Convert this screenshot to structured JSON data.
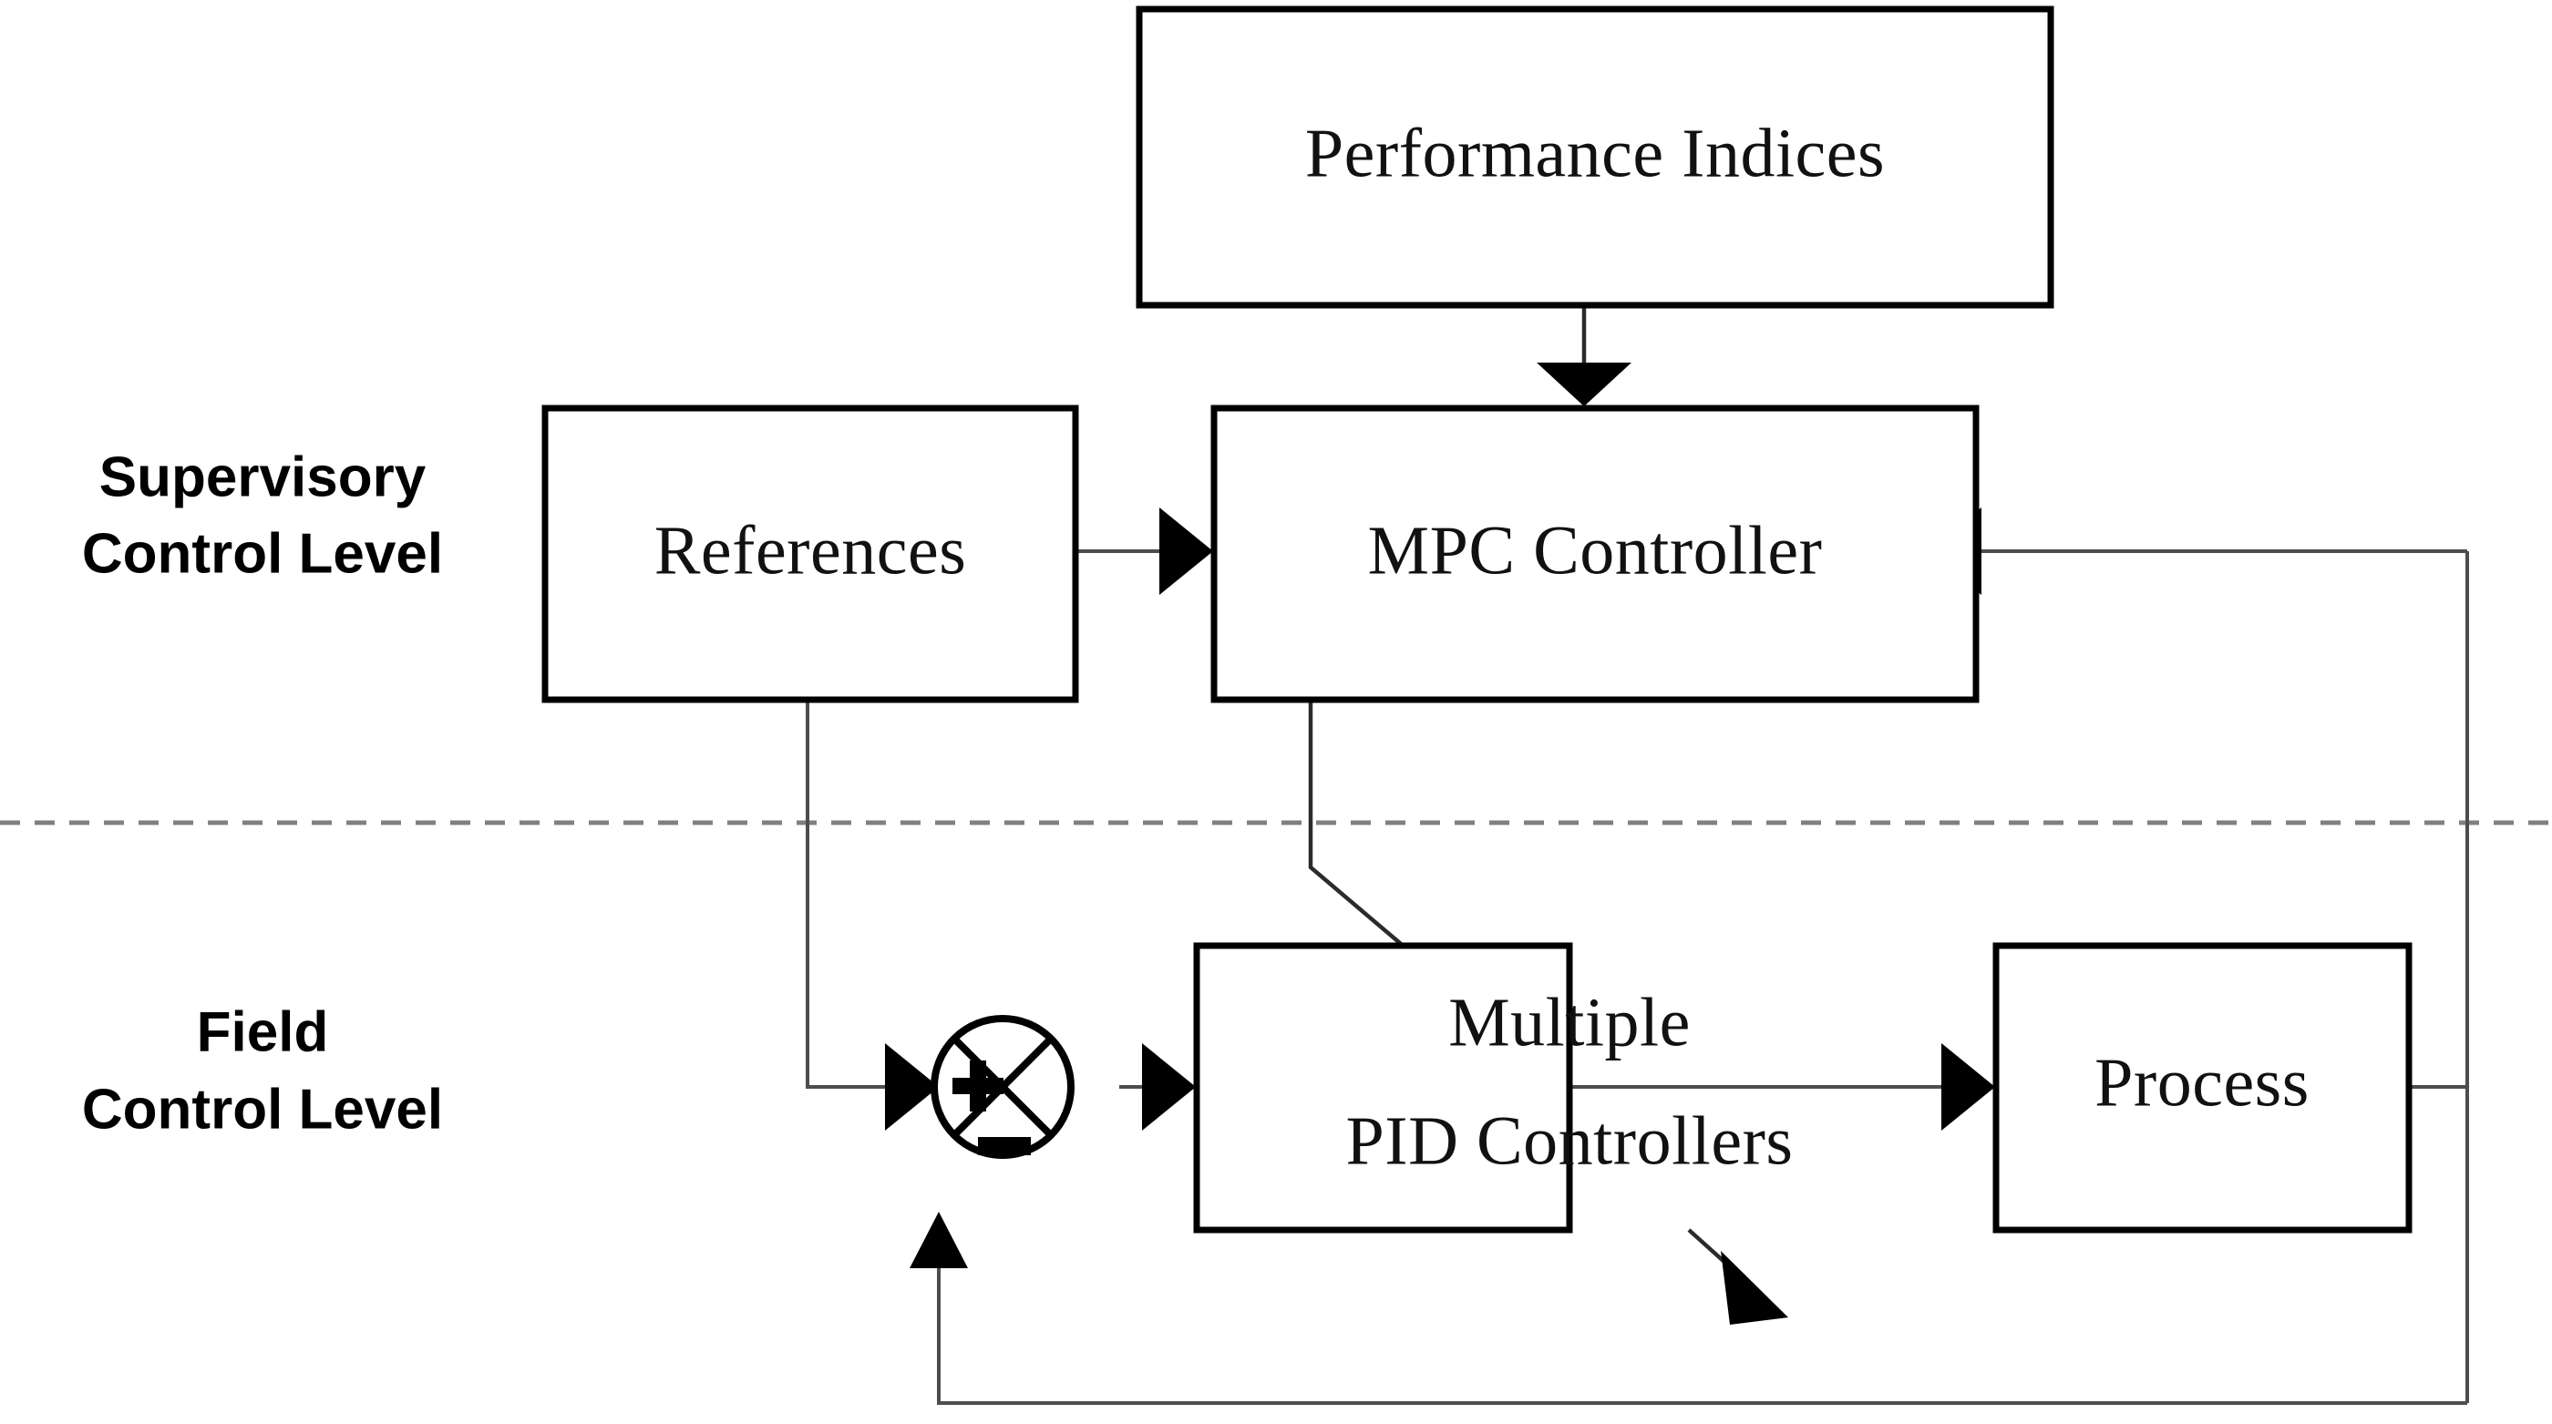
{
  "diagram": {
    "title": "Hierarchical MPC / PID control structure",
    "background_color": "#ffffff",
    "line_color": "#000000",
    "divider_color": "#808080",
    "levels": [
      {
        "id": "supervisory",
        "line1": "Supervisory",
        "line2": "Control Level"
      },
      {
        "id": "field",
        "line1": "Field",
        "line2": "Control Level"
      }
    ],
    "blocks": [
      {
        "id": "performance-indices",
        "label": "Performance Indices",
        "lines": [
          "Performance Indices"
        ]
      },
      {
        "id": "references",
        "label": "References",
        "lines": [
          "References"
        ]
      },
      {
        "id": "mpc-controller",
        "label": "MPC Controller",
        "lines": [
          "MPC Controller"
        ]
      },
      {
        "id": "multiple-pid-controllers",
        "label": "Multiple PID Controllers",
        "lines": [
          "Multiple",
          "PID Controllers"
        ]
      },
      {
        "id": "process",
        "label": "Process",
        "lines": [
          "Process"
        ]
      }
    ],
    "summing_junction": {
      "id": "summing-junction",
      "plus_sign": "+",
      "minus_sign": "−",
      "inputs": [
        "references",
        "process-feedback"
      ],
      "output": "multiple-pid-controllers"
    },
    "connections": [
      {
        "from": "performance-indices",
        "to": "mpc-controller",
        "style": "arrow-down"
      },
      {
        "from": "references",
        "to": "mpc-controller",
        "style": "arrow-right"
      },
      {
        "from": "references",
        "to": "summing-junction",
        "style": "arrow-right"
      },
      {
        "from": "mpc-controller",
        "to": "multiple-pid-controllers",
        "style": "plain-diagonal"
      },
      {
        "from": "summing-junction",
        "to": "multiple-pid-controllers",
        "style": "arrow-right"
      },
      {
        "from": "multiple-pid-controllers",
        "to": "process",
        "style": "arrow-right"
      },
      {
        "from": "multiple-pid-controllers",
        "to": "tuning-output",
        "style": "arrow-diagonal-down"
      },
      {
        "from": "process",
        "to": "mpc-controller",
        "style": "feedback-arrow-left"
      },
      {
        "from": "process",
        "to": "summing-junction",
        "style": "feedback-arrow-up"
      }
    ]
  }
}
